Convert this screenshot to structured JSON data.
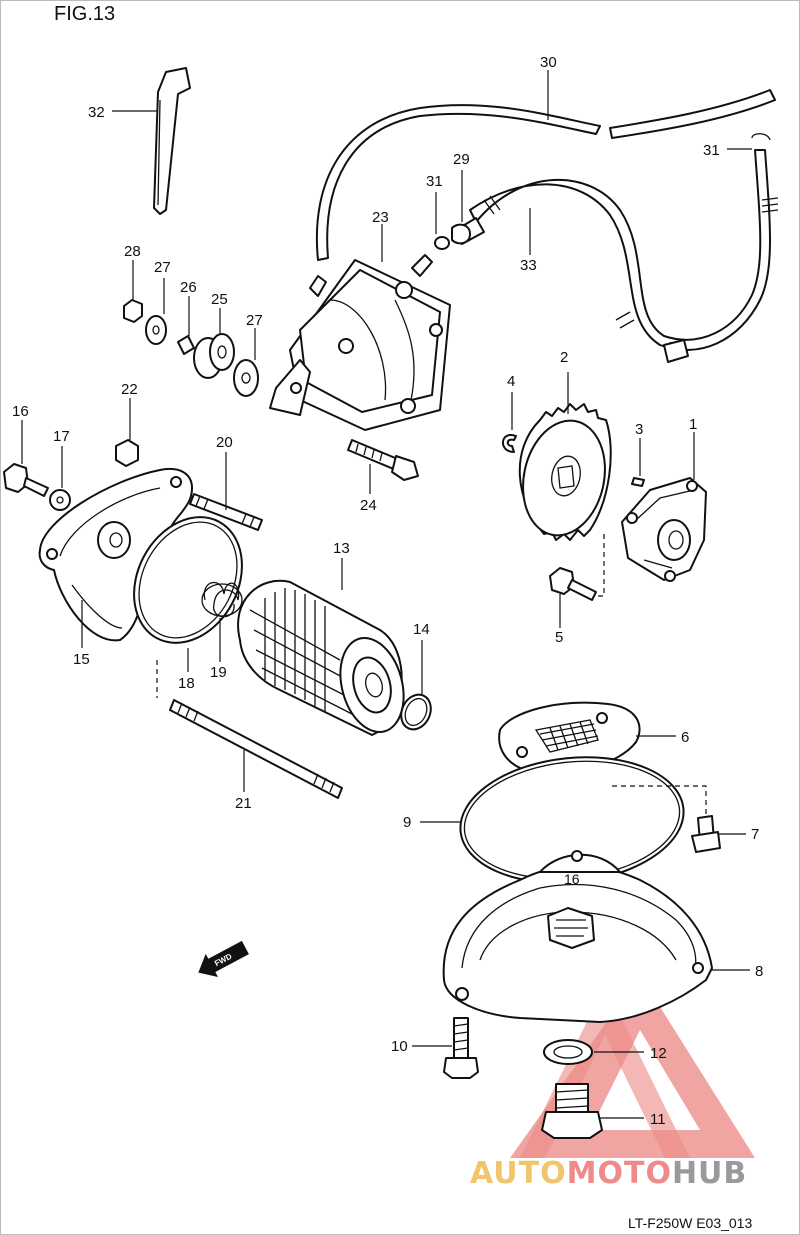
{
  "figure_title": "FIG.13",
  "drawing_code": "LT-F250W E03_013",
  "fwd_arrow_label": "FWD",
  "watermark": {
    "text_part1": "AUTO",
    "text_part2": "MOTO",
    "text_part3": "HUB",
    "color1": "#f2c46b",
    "color2": "#ee8a8a",
    "color3": "#9a9a9a",
    "logo_color": "#e8736f"
  },
  "callouts": {
    "c1": "1",
    "c2": "2",
    "c3": "3",
    "c4": "4",
    "c5": "5",
    "c6": "6",
    "c7": "7",
    "c8": "8",
    "c9": "9",
    "c10": "10",
    "c11": "11",
    "c12": "12",
    "c13": "13",
    "c14": "14",
    "c15": "15",
    "c16": "16",
    "c17": "17",
    "c18": "18",
    "c19": "19",
    "c20": "20",
    "c21": "21",
    "c22": "22",
    "c23": "23",
    "c24": "24",
    "c25": "25",
    "c26": "26",
    "c27a": "27",
    "c27b": "27",
    "c28": "28",
    "c29": "29",
    "c30": "30",
    "c31a": "31",
    "c31b": "31",
    "c32": "32",
    "c33": "33"
  }
}
